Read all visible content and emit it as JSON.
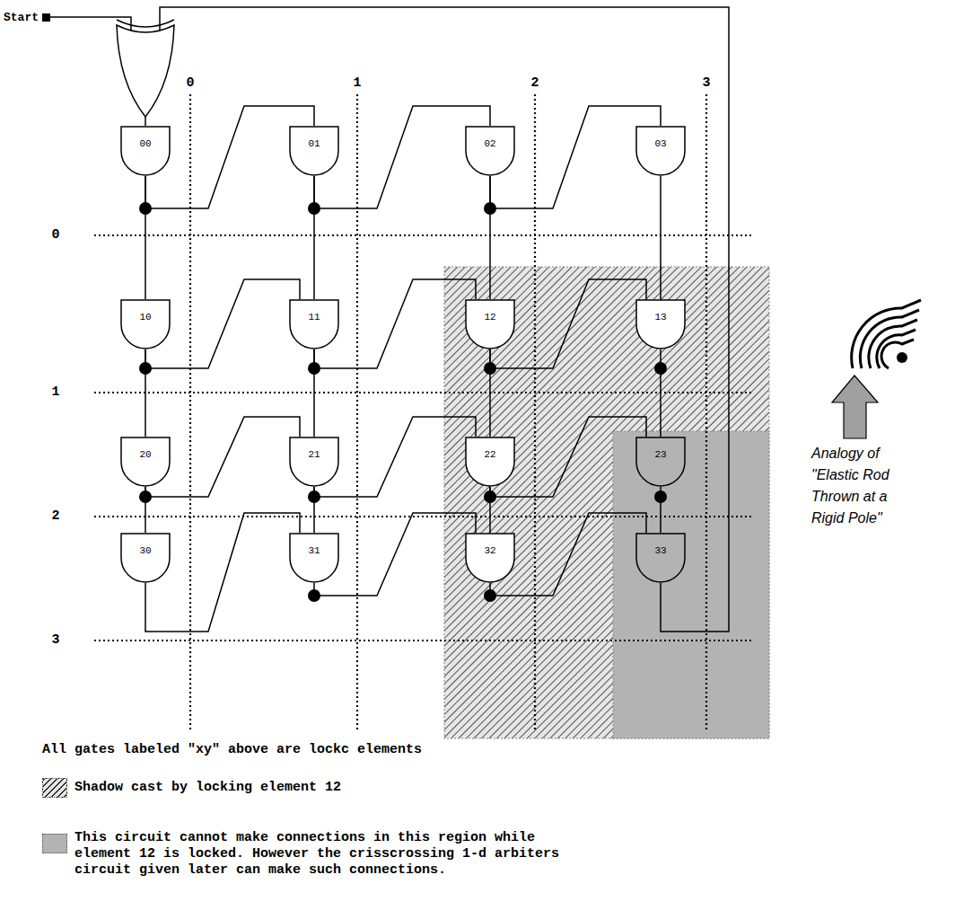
{
  "diagram": {
    "nodes": [
      {
        "text": [
          "00"
        ]
      },
      {
        "text": [
          "01"
        ]
      },
      {
        "text": [
          "02"
        ]
      },
      {
        "text": [
          "03"
        ]
      },
      {
        "text": [
          "10"
        ]
      },
      {
        "text": [
          "11"
        ]
      },
      {
        "text": [
          "12"
        ]
      },
      {
        "text": [
          "13"
        ]
      },
      {
        "text": [
          "20"
        ]
      },
      {
        "text": [
          "21"
        ]
      },
      {
        "text": [
          "22"
        ]
      },
      {
        "text": [
          "23"
        ]
      },
      {
        "text": [
          "30"
        ]
      },
      {
        "text": [
          "31"
        ]
      },
      {
        "text": [
          "32"
        ]
      },
      {
        "text": [
          "33"
        ]
      }
    ],
    "edges": [
      {
        "from": 0,
        "to": 4,
        "arrow": "none"
      },
      {
        "from": 0,
        "to": 1,
        "arrow": "none"
      },
      {
        "from": 1,
        "to": 5,
        "arrow": "none"
      },
      {
        "from": 1,
        "to": 2,
        "arrow": "none"
      },
      {
        "from": 2,
        "to": 6,
        "arrow": "none"
      },
      {
        "from": 2,
        "to": 3,
        "arrow": "none"
      },
      {
        "from": 3,
        "to": 7,
        "arrow": "none"
      },
      {
        "from": 4,
        "to": 8,
        "arrow": "none"
      },
      {
        "from": 4,
        "to": 5,
        "arrow": "none"
      },
      {
        "from": 5,
        "to": 9,
        "arrow": "none"
      },
      {
        "from": 5,
        "to": 6,
        "arrow": "none"
      },
      {
        "from": 6,
        "to": 10,
        "arrow": "none"
      },
      {
        "from": 6,
        "to": 7,
        "arrow": "none"
      },
      {
        "from": 7,
        "to": 11,
        "arrow": "none"
      },
      {
        "from": 8,
        "to": 12,
        "arrow": "none"
      },
      {
        "from": 8,
        "to": 9,
        "arrow": "none"
      },
      {
        "from": 9,
        "to": 13,
        "arrow": "none"
      },
      {
        "from": 9,
        "to": 10,
        "arrow": "none"
      },
      {
        "from": 10,
        "to": 14,
        "arrow": "none"
      },
      {
        "from": 10,
        "to": 11,
        "arrow": "none"
      },
      {
        "from": 11,
        "to": 15,
        "arrow": "none"
      },
      {
        "from": 12,
        "to": 13,
        "arrow": "none"
      },
      {
        "from": 13,
        "to": 14,
        "arrow": "none"
      },
      {
        "from": 14,
        "to": 15,
        "arrow": "none"
      }
    ],
    "labels": [
      "Start",
      "0",
      "1",
      "2",
      "3",
      "0",
      "1",
      "2",
      "3",
      "All gates labeled \"xy\" above are lockc elements",
      "Analogy of \"Elastic Rod Thrown at a Rigid Pole\""
    ],
    "legend": [
      {
        "text": "Shadow cast by locking element 12"
      },
      {
        "text": "This circuit cannot make connections in this region while element 12 is locked. However the crisscrossing 1-d arbiters circuit given later can make such connections.",
        "color": "#b3b3b3"
      }
    ]
  }
}
